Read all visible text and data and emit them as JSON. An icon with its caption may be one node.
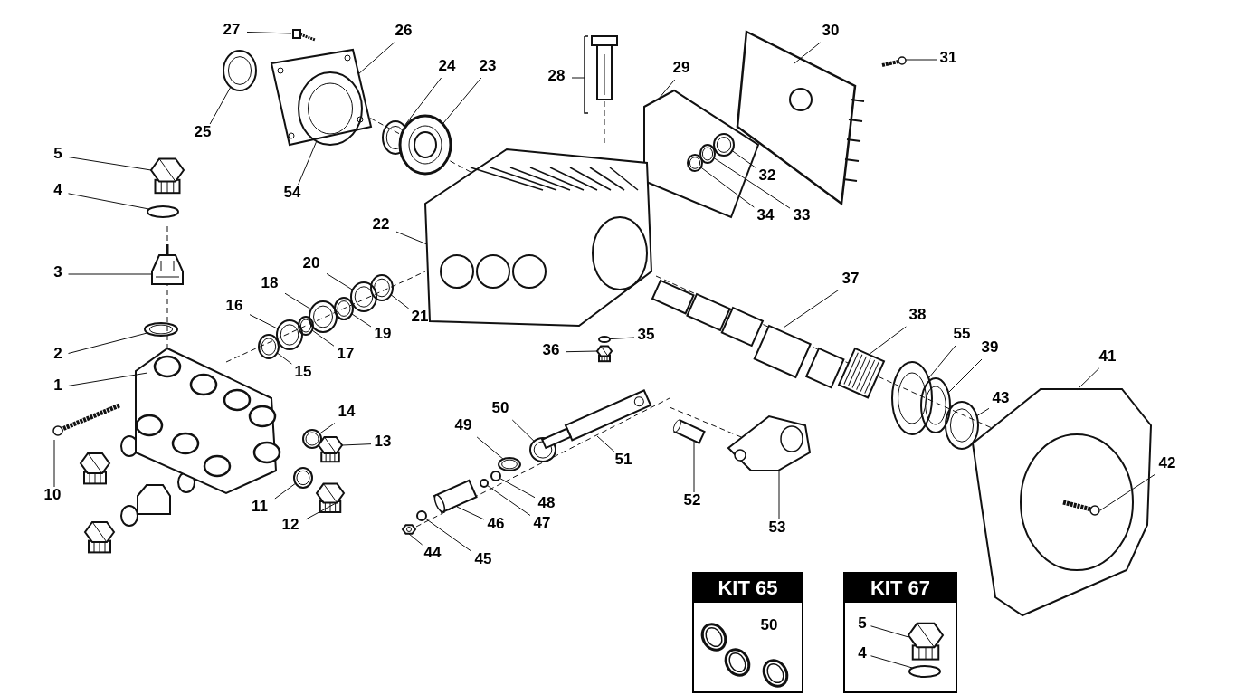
{
  "diagram": {
    "nodes": [
      {
        "text": [
          "27"
        ]
      },
      {
        "text": [
          "26"
        ]
      },
      {
        "text": [
          "28"
        ]
      },
      {
        "text": [
          "30"
        ]
      },
      {
        "text": [
          "31"
        ]
      },
      {
        "text": [
          "29"
        ]
      },
      {
        "text": [
          "24"
        ]
      },
      {
        "text": [
          "23"
        ]
      },
      {
        "text": [
          "25"
        ]
      },
      {
        "text": [
          "5"
        ]
      },
      {
        "text": [
          "32"
        ]
      },
      {
        "text": [
          "54"
        ]
      },
      {
        "text": [
          "4"
        ]
      },
      {
        "text": [
          "34"
        ]
      },
      {
        "text": [
          "33"
        ]
      },
      {
        "text": [
          "22"
        ]
      },
      {
        "text": [
          "3"
        ]
      },
      {
        "text": [
          "20"
        ]
      },
      {
        "text": [
          "37"
        ]
      },
      {
        "text": [
          "18"
        ]
      },
      {
        "text": [
          "16"
        ]
      },
      {
        "text": [
          "21"
        ]
      },
      {
        "text": [
          "38"
        ]
      },
      {
        "text": [
          "19"
        ]
      },
      {
        "text": [
          "55"
        ]
      },
      {
        "text": [
          "35"
        ]
      },
      {
        "text": [
          "2"
        ]
      },
      {
        "text": [
          "17"
        ]
      },
      {
        "text": [
          "36"
        ]
      },
      {
        "text": [
          "39"
        ]
      },
      {
        "text": [
          "41"
        ]
      },
      {
        "text": [
          "15"
        ]
      },
      {
        "text": [
          "1"
        ]
      },
      {
        "text": [
          "43"
        ]
      },
      {
        "text": [
          "50"
        ]
      },
      {
        "text": [
          "14"
        ]
      },
      {
        "text": [
          "49"
        ]
      },
      {
        "text": [
          "13"
        ]
      },
      {
        "text": [
          "51"
        ]
      },
      {
        "text": [
          "42"
        ]
      },
      {
        "text": [
          "10"
        ]
      },
      {
        "text": [
          "52"
        ]
      },
      {
        "text": [
          "48"
        ]
      },
      {
        "text": [
          "11"
        ]
      },
      {
        "text": [
          "47"
        ]
      },
      {
        "text": [
          "46"
        ]
      },
      {
        "text": [
          "12"
        ]
      },
      {
        "text": [
          "53"
        ]
      },
      {
        "text": [
          "44"
        ]
      },
      {
        "text": [
          "45"
        ]
      },
      {
        "text": [
          "KIT 65"
        ]
      },
      {
        "text": [
          "50"
        ],
        "in": 50
      },
      {
        "text": [
          "KIT 67"
        ]
      },
      {
        "text": [
          "5"
        ],
        "in": 52
      },
      {
        "text": [
          "4"
        ],
        "in": 52
      },
      {
        "text": [],
        "shape": "picture"
      },
      {
        "text": [],
        "shape": "picture"
      },
      {
        "text": [],
        "shape": "picture"
      },
      {
        "text": [],
        "shape": "picture"
      },
      {
        "text": [],
        "shape": "picture"
      },
      {
        "text": [],
        "shape": "picture"
      },
      {
        "text": [],
        "shape": "circle"
      },
      {
        "text": [],
        "shape": "picture"
      },
      {
        "text": [],
        "shape": "circle"
      },
      {
        "text": [],
        "shape": "picture"
      },
      {
        "text": [],
        "shape": "circle",
        "in": 60
      },
      {
        "text": [],
        "shape": "circle",
        "in": 56
      },
      {
        "text": [],
        "shape": "circle"
      },
      {
        "text": [],
        "shape": "circle",
        "in": 60
      },
      {
        "text": [],
        "shape": "circle",
        "in": 60
      },
      {
        "text": [],
        "shape": "picture"
      },
      {
        "text": [],
        "shape": "picture"
      },
      {
        "text": [],
        "shape": "circle"
      },
      {
        "text": [],
        "shape": "picture"
      },
      {
        "text": [],
        "shape": "circle"
      },
      {
        "text": [],
        "shape": "circle"
      },
      {
        "text": [],
        "shape": "circle"
      },
      {
        "text": [],
        "shape": "picture"
      },
      {
        "text": [],
        "shape": "circle"
      },
      {
        "text": [],
        "shape": "circle"
      },
      {
        "text": [],
        "shape": "circle"
      },
      {
        "text": [],
        "shape": "circle"
      },
      {
        "text": [],
        "shape": "circle"
      },
      {
        "text": [],
        "shape": "picture"
      },
      {
        "text": [],
        "shape": "circle"
      },
      {
        "text": [],
        "shape": "picture"
      },
      {
        "text": [],
        "shape": "circle"
      },
      {
        "text": [],
        "shape": "picture"
      },
      {
        "text": [],
        "shape": "circle"
      },
      {
        "text": [],
        "shape": "circle"
      },
      {
        "text": [],
        "shape": "circle"
      },
      {
        "text": [],
        "shape": "circle"
      },
      {
        "text": [],
        "shape": "picture"
      },
      {
        "text": [],
        "shape": "picture"
      },
      {
        "text": [],
        "shape": "picture",
        "in": 85
      },
      {
        "text": [],
        "shape": "picture"
      },
      {
        "text": [],
        "shape": "picture"
      },
      {
        "text": [],
        "shape": "circle"
      },
      {
        "text": [],
        "shape": "circle"
      },
      {
        "text": [],
        "shape": "circle"
      },
      {
        "text": [],
        "shape": "picture"
      },
      {
        "text": [],
        "shape": "picture"
      },
      {
        "text": [],
        "shape": "picture"
      },
      {
        "text": [],
        "shape": "picture"
      },
      {
        "text": [],
        "shape": "circle"
      },
      {
        "text": [],
        "shape": "picture",
        "in": 52
      },
      {
        "text": [],
        "shape": "circle",
        "in": 52
      }
    ],
    "edges": [
      {
        "from": 0,
        "to": 55,
        "arrow": "none"
      },
      {
        "from": 1,
        "to": 56,
        "arrow": "none"
      },
      {
        "from": 2,
        "to": 57,
        "arrow": "none"
      },
      {
        "from": 3,
        "to": 58,
        "arrow": "none"
      },
      {
        "from": 4,
        "to": 59,
        "arrow": "none"
      },
      {
        "from": 5,
        "to": 60,
        "arrow": "none"
      },
      {
        "from": 6,
        "to": 61,
        "arrow": "none"
      },
      {
        "from": 7,
        "to": 62,
        "arrow": "none"
      },
      {
        "from": 8,
        "to": 63,
        "arrow": "none"
      },
      {
        "from": 9,
        "to": 64,
        "arrow": "none"
      },
      {
        "from": 10,
        "to": 65,
        "arrow": "none"
      },
      {
        "from": 11,
        "to": 66,
        "arrow": "none"
      },
      {
        "from": 12,
        "to": 67,
        "arrow": "none"
      },
      {
        "from": 13,
        "to": 68,
        "arrow": "none"
      },
      {
        "from": 14,
        "to": 69,
        "arrow": "none"
      },
      {
        "from": 15,
        "to": 70,
        "arrow": "none"
      },
      {
        "from": 16,
        "to": 71,
        "arrow": "none"
      },
      {
        "from": 17,
        "to": 72,
        "arrow": "none"
      },
      {
        "from": 18,
        "to": 73,
        "arrow": "none"
      },
      {
        "from": 19,
        "to": 74,
        "arrow": "none"
      },
      {
        "from": 20,
        "to": 75,
        "arrow": "none"
      },
      {
        "from": 21,
        "to": 76,
        "arrow": "none"
      },
      {
        "from": 22,
        "to": 77,
        "arrow": "none"
      },
      {
        "from": 23,
        "to": 78,
        "arrow": "none"
      },
      {
        "from": 24,
        "to": 79,
        "arrow": "none"
      },
      {
        "from": 25,
        "to": 80,
        "arrow": "none"
      },
      {
        "from": 26,
        "to": 81,
        "arrow": "none"
      },
      {
        "from": 27,
        "to": 82,
        "arrow": "none"
      },
      {
        "from": 28,
        "to": 83,
        "arrow": "none"
      },
      {
        "from": 29,
        "to": 84,
        "arrow": "none"
      },
      {
        "from": 30,
        "to": 85,
        "arrow": "none"
      },
      {
        "from": 31,
        "to": 86,
        "arrow": "none"
      },
      {
        "from": 32,
        "to": 87,
        "arrow": "none"
      },
      {
        "from": 33,
        "to": 88,
        "arrow": "none"
      },
      {
        "from": 34,
        "to": 89,
        "arrow": "none"
      },
      {
        "from": 35,
        "to": 90,
        "arrow": "none"
      },
      {
        "from": 36,
        "to": 91,
        "arrow": "none"
      },
      {
        "from": 37,
        "to": 92,
        "arrow": "none"
      },
      {
        "from": 38,
        "to": 93,
        "arrow": "none"
      },
      {
        "from": 39,
        "to": 94,
        "arrow": "none"
      },
      {
        "from": 40,
        "to": 95,
        "arrow": "none"
      },
      {
        "from": 41,
        "to": 96,
        "arrow": "none"
      },
      {
        "from": 42,
        "to": 97,
        "arrow": "none"
      },
      {
        "from": 43,
        "to": 98,
        "arrow": "none"
      },
      {
        "from": 44,
        "to": 99,
        "arrow": "none"
      },
      {
        "from": 45,
        "to": 100,
        "arrow": "none"
      },
      {
        "from": 46,
        "to": 101,
        "arrow": "none"
      },
      {
        "from": 47,
        "to": 102,
        "arrow": "none"
      },
      {
        "from": 48,
        "to": 103,
        "arrow": "none"
      },
      {
        "from": 49,
        "to": 104,
        "arrow": "none"
      },
      {
        "from": 53,
        "to": 105,
        "arrow": "none"
      },
      {
        "from": 54,
        "to": 106,
        "arrow": "none"
      }
    ]
  }
}
